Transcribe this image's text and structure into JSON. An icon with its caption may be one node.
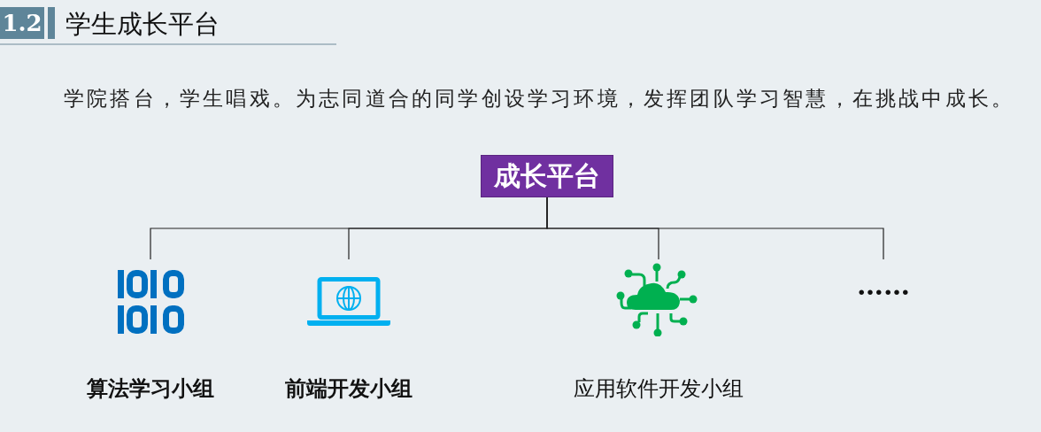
{
  "diagram": {
    "title": "学生成长平台",
    "nodes": [
      {
        "text": [
          "成长平台"
        ]
      },
      {
        "text": [
          "算法学习小组"
        ]
      },
      {
        "text": [
          "前端开发小组"
        ]
      },
      {
        "text": [
          "应用软件开发小组"
        ]
      },
      {
        "text": [
          "……"
        ]
      }
    ],
    "edges": [
      {
        "from": 0,
        "to": 1,
        "arrow": "none"
      },
      {
        "from": 0,
        "to": 2,
        "arrow": "none"
      },
      {
        "from": 0,
        "to": 3,
        "arrow": "none"
      },
      {
        "from": 0,
        "to": 4,
        "arrow": "none"
      }
    ],
    "labels": [
      "1.2",
      "学院搭台，学生唱戏。为志同道合的同学创设学习环境，发挥团队学习智慧，在挑战中成长。"
    ]
  }
}
